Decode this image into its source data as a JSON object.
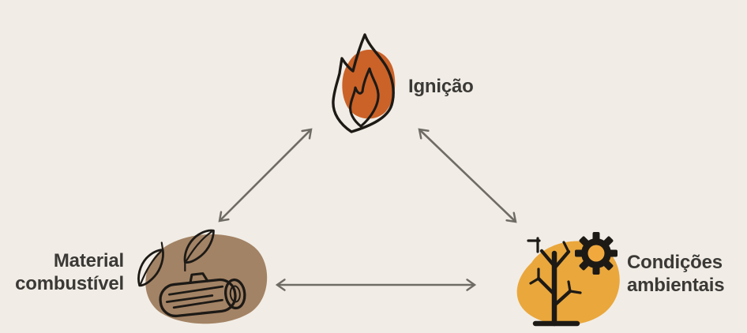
{
  "diagram": {
    "type": "triangle-relationship",
    "topic": "fire-triangle",
    "nodes": {
      "ignition": {
        "label": "Ignição",
        "icon": "flame"
      },
      "fuel": {
        "label": "Material combustível",
        "line1": "Material",
        "line2": "combustível",
        "icon": "log-with-leaves"
      },
      "environment": {
        "label": "Condições ambientais",
        "line1": "Condições",
        "line2": "ambientais",
        "icon": "dead-tree-with-sun"
      }
    },
    "relations": [
      {
        "between": [
          "fuel",
          "ignition"
        ],
        "style": "double-headed-arrow"
      },
      {
        "between": [
          "ignition",
          "environment"
        ],
        "style": "double-headed-arrow"
      },
      {
        "between": [
          "fuel",
          "environment"
        ],
        "style": "double-headed-arrow"
      }
    ]
  },
  "colors": {
    "background": "#F1EDE6",
    "text": "#3B3936",
    "arrow": "#6F6B65",
    "outline": "#1D1A16",
    "flame_blob": "#CB6228",
    "fuel_blob": "#A38365",
    "environment_blob": "#EAA73C",
    "sun_center": "#F1A93E",
    "log_hole": "#2A1D12",
    "log_end_ring": "#F1EDE6"
  }
}
